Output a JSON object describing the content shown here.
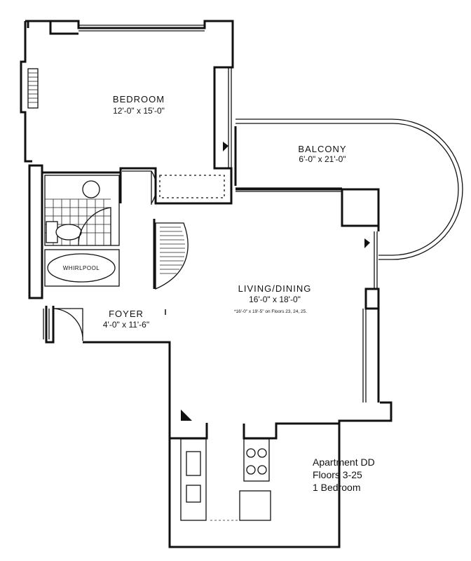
{
  "rooms": {
    "bedroom": {
      "name": "BEDROOM",
      "dims": "12'-0\" x 15'-0\""
    },
    "balcony": {
      "name": "BALCONY",
      "dims": "6'-0\" x 21'-0\""
    },
    "living": {
      "name": "LIVING/DINING",
      "dims": "16'-0\" x 18'-0\"",
      "note": "*16'-0\" x 19'-5\" on Floors 23, 24, 25."
    },
    "foyer": {
      "name": "FOYER",
      "dims": "4'-0\" x 11'-6\""
    }
  },
  "fixtures": {
    "tub_label": "WHIRLPOOL"
  },
  "info": {
    "line1": "Apartment DD",
    "line2": "Floors 3-25",
    "line3": "1 Bedroom"
  }
}
